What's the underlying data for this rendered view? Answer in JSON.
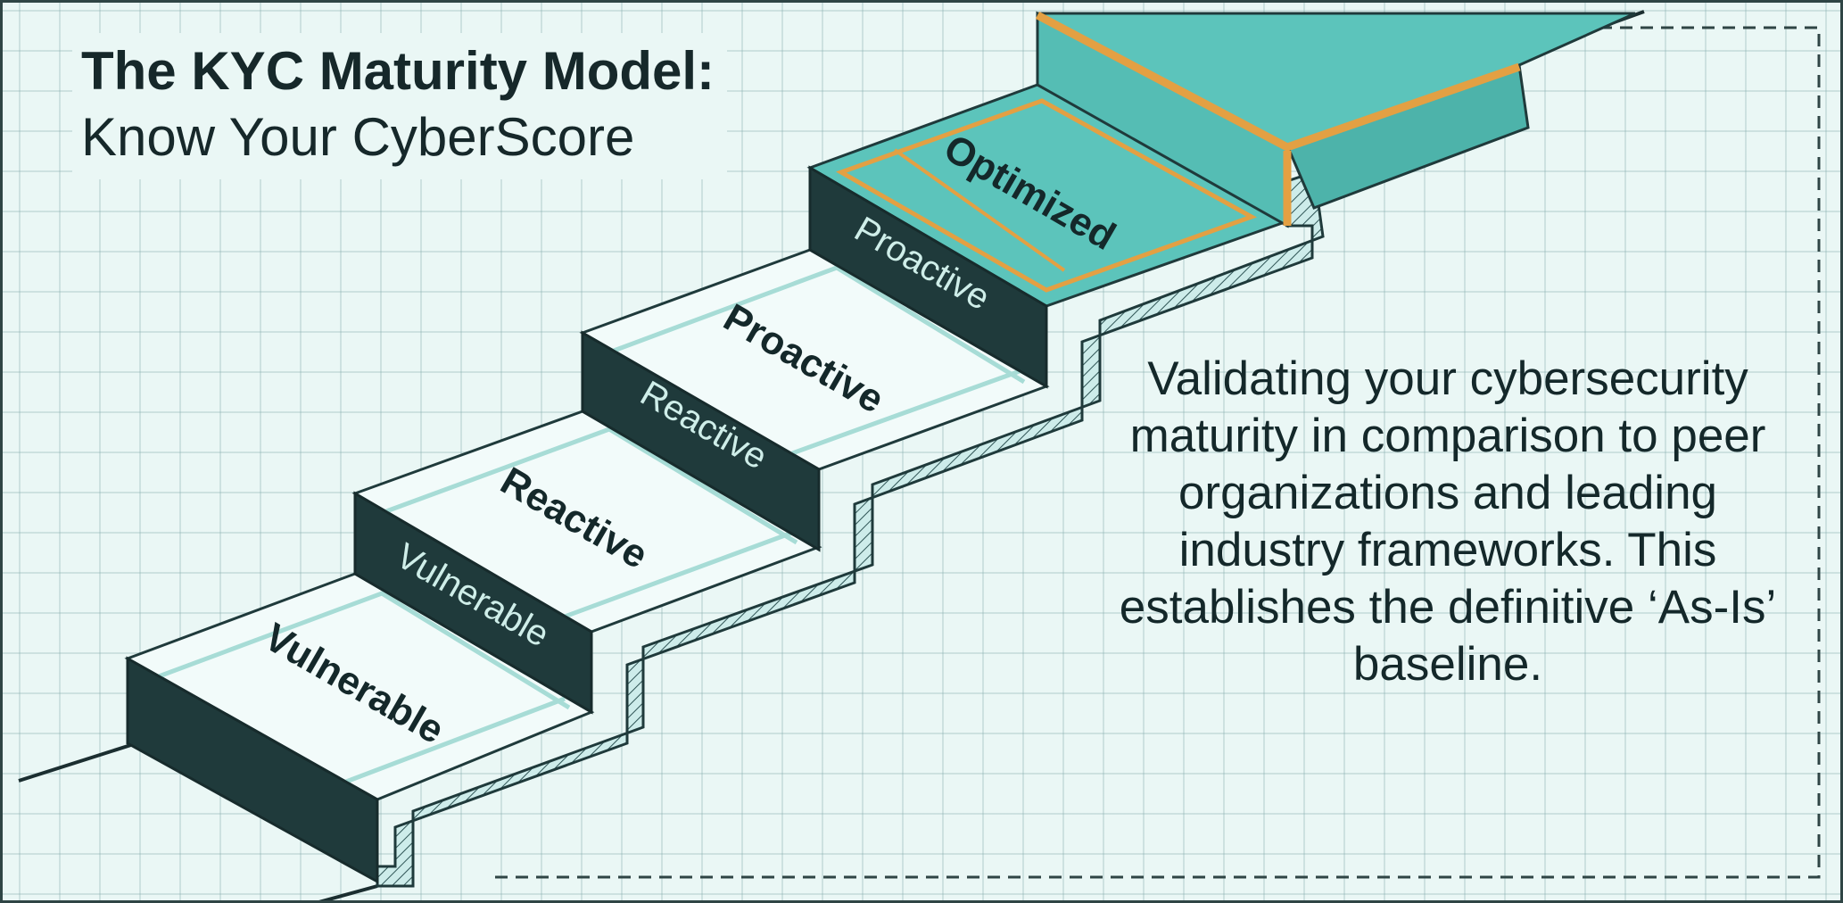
{
  "title": {
    "line1": "The KYC Maturity Model:",
    "line2": "Know Your CyberScore"
  },
  "steps": [
    {
      "tread_label": "Vulnerable",
      "riser_label": ""
    },
    {
      "tread_label": "Reactive",
      "riser_label": "Vulnerable"
    },
    {
      "tread_label": "Proactive",
      "riser_label": "Reactive"
    },
    {
      "tread_label": "Optimized",
      "riser_label": "Proactive"
    }
  ],
  "description": "Validating your cybersecurity maturity in comparison to peer organizations and leading industry frameworks. This establishes the definitive ‘As-Is’ baseline.",
  "colors": {
    "background": "#eaf7f5",
    "grid": "#a8c8c6",
    "riser_dark": "#1f3a3b",
    "tread_light": "#f2fbfa",
    "tread_grid": "#a7dcd6",
    "top_platform": "#5cc4bb",
    "top_platform_side": "#4db3aa",
    "orange_accent": "#e3a043",
    "hatch_stroke": "#2e5455",
    "text_dark": "#14282a"
  }
}
